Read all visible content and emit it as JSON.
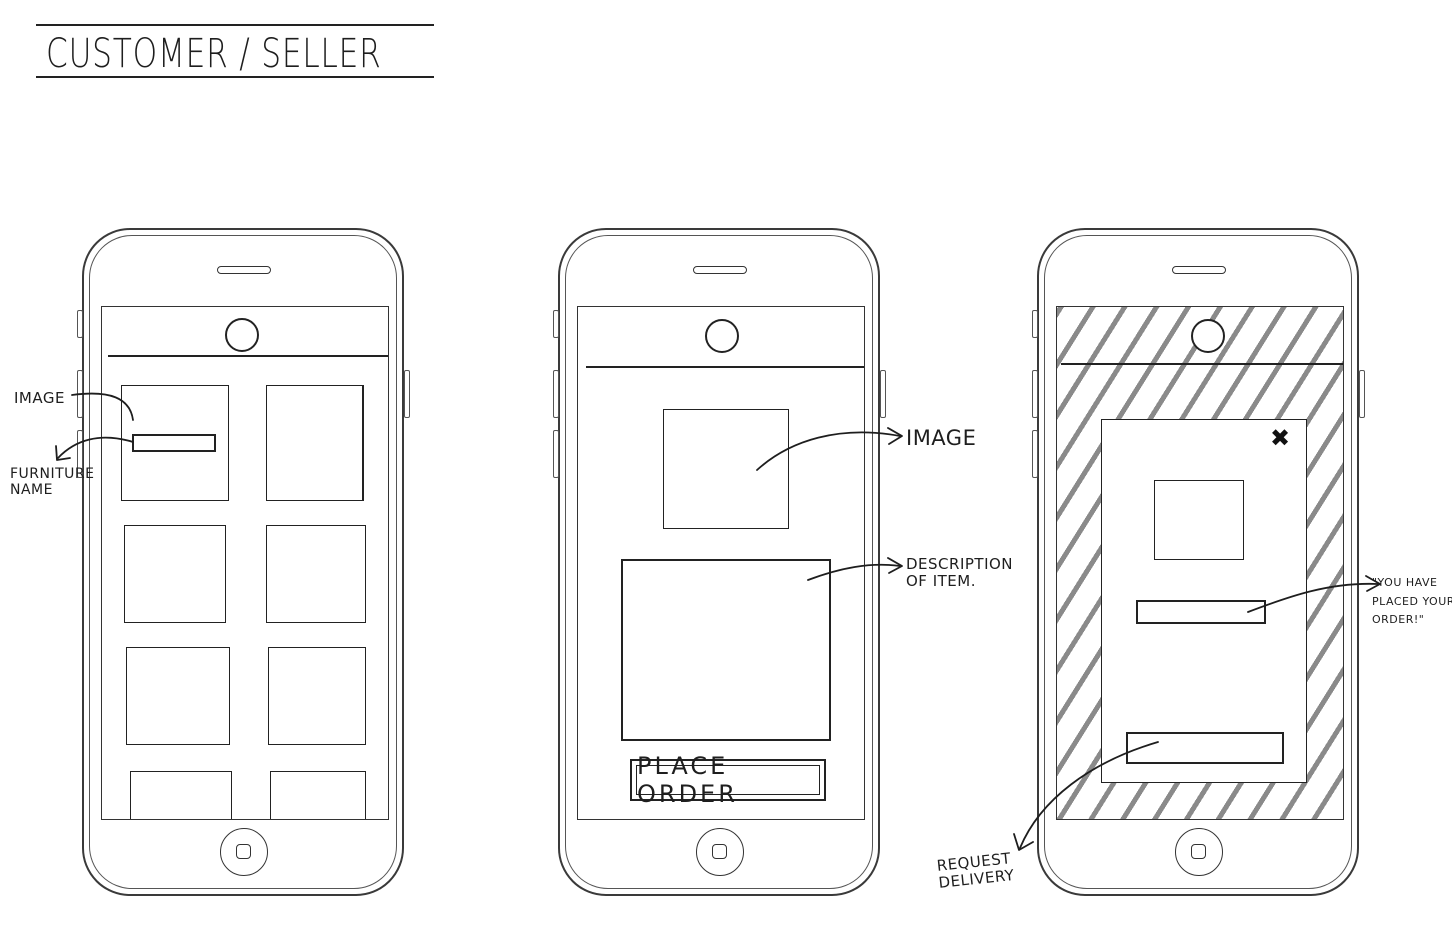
{
  "title": "CUSTOMER / SELLER",
  "phones": [
    {
      "label": "grid",
      "annotations": {
        "image": "IMAGE",
        "furniture_name": [
          "FURNITURE",
          "NAME"
        ]
      }
    },
    {
      "label": "item-detail",
      "button": "PLACE ORDER",
      "annotations": {
        "image": "IMAGE",
        "description": [
          "DESCRIPTION",
          "OF ITEM."
        ]
      }
    },
    {
      "label": "order-confirmation",
      "close_glyph": "✖",
      "annotations": {
        "placed": [
          "\"YOU HAVE",
          "PLACED YOUR",
          "ORDER!\""
        ],
        "request_delivery": [
          "REQUEST",
          "DELIVERY"
        ]
      }
    }
  ],
  "colors": {
    "ink": "#1e1e1e",
    "hatch": "#8a8a8a",
    "paper": "#ffffff"
  }
}
